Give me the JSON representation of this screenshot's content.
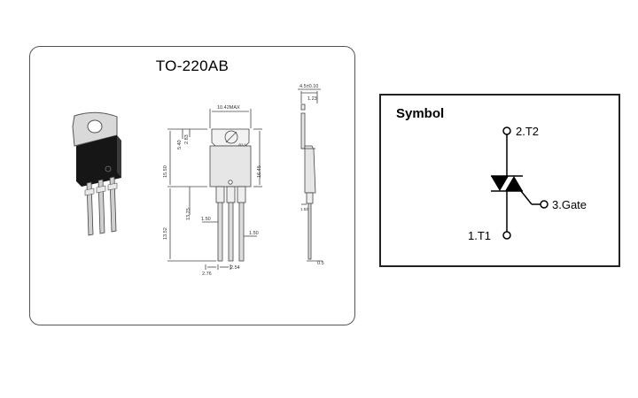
{
  "package": {
    "title": "TO-220AB",
    "dims": {
      "d1": "10.42MAX",
      "d2": "4.5±0.10",
      "d3": "1.23",
      "d4": "5.40",
      "d5": "2.83",
      "d6": "15.50",
      "d7": "16.45",
      "d8": "Ø3.6",
      "d9": "13.75",
      "d10": "13.52",
      "d11": "1.50",
      "d12": "1.50",
      "d13": "2.76",
      "d14": "2.54",
      "d15": "0.5",
      "d16": "1.52"
    }
  },
  "symbol": {
    "title": "Symbol",
    "t2": "2.T2",
    "gate": "3.Gate",
    "t1": "1.T1"
  }
}
